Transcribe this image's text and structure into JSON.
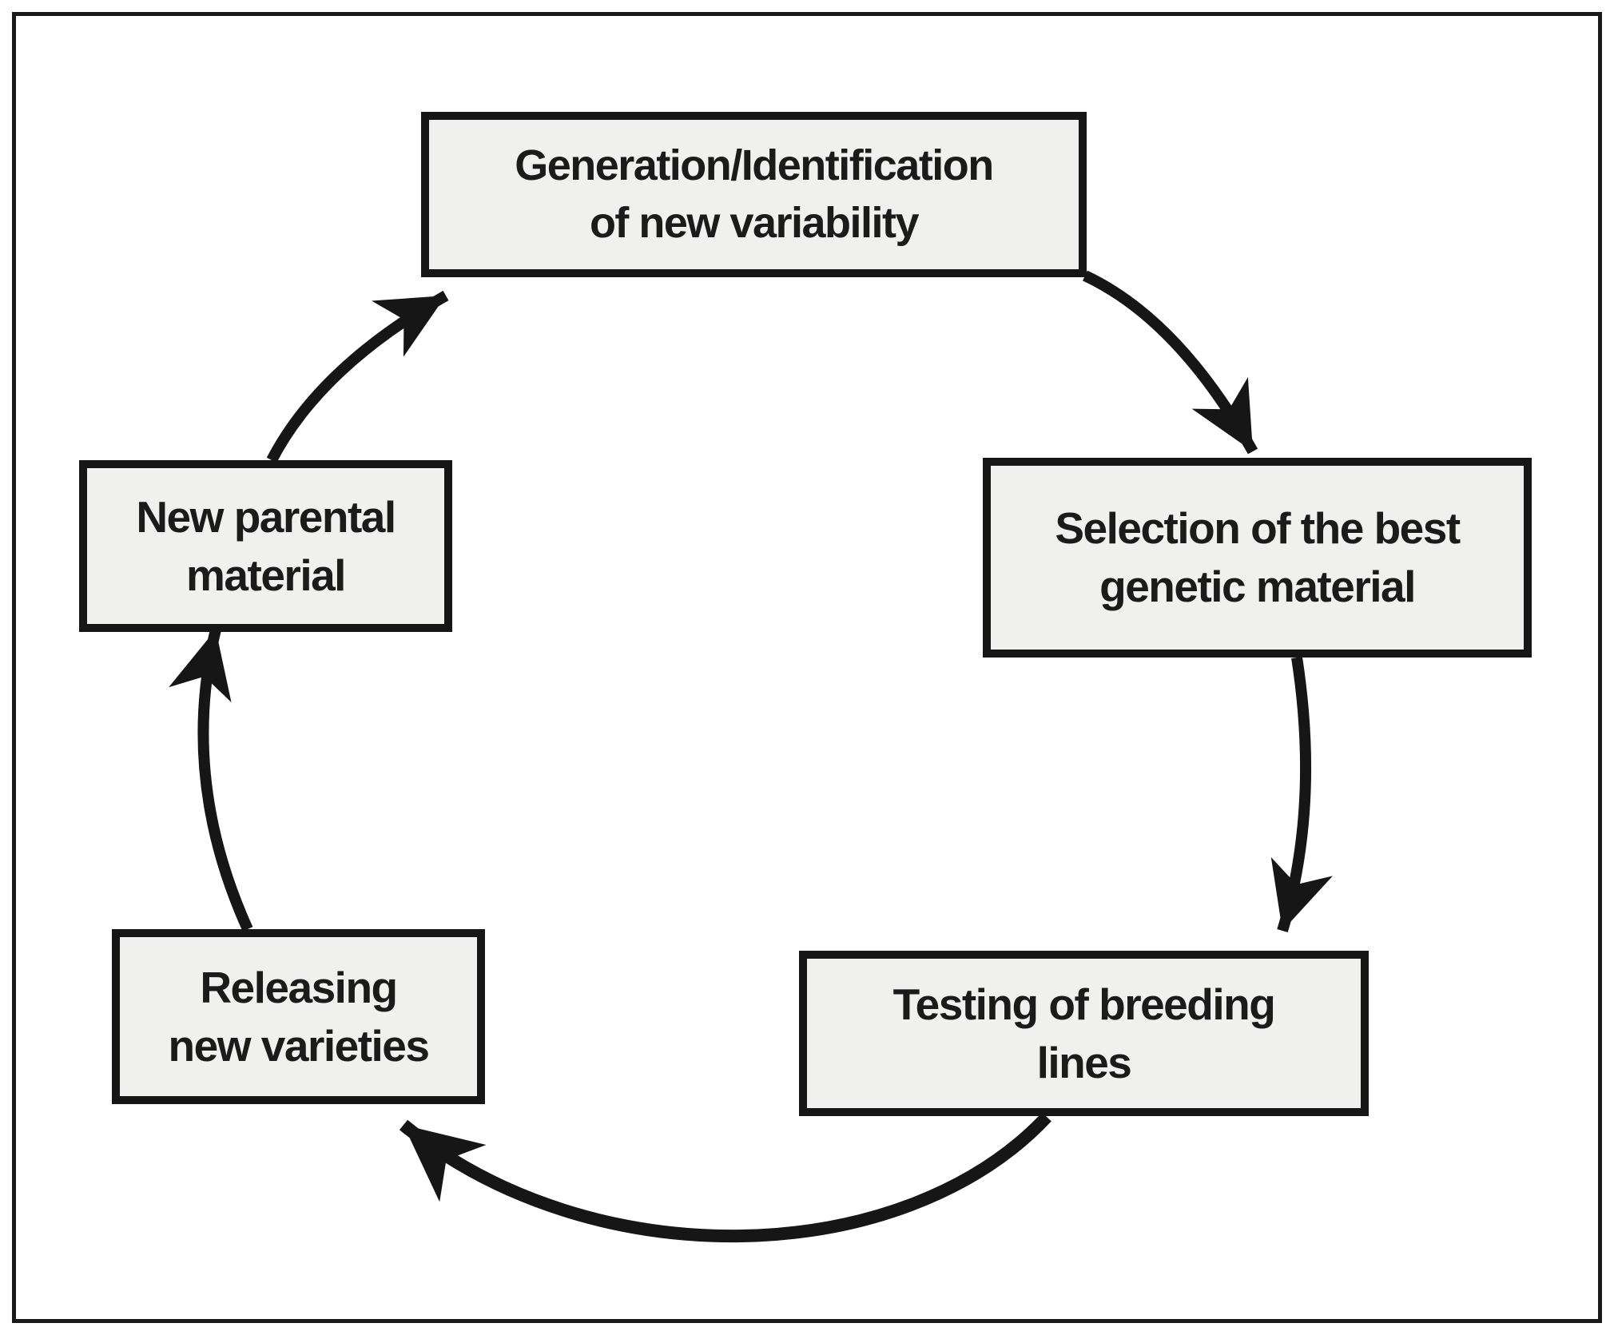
{
  "diagram": {
    "type": "cycle",
    "description": "Plant breeding cycle diagram with five stages connected by clockwise arrows",
    "nodes": [
      {
        "id": "generation",
        "label": "Generation/Identification\nof new variability"
      },
      {
        "id": "selection",
        "label": "Selection of the best\ngenetic material"
      },
      {
        "id": "testing",
        "label": "Testing of breeding\nlines"
      },
      {
        "id": "releasing",
        "label": "Releasing\nnew varieties"
      },
      {
        "id": "parental",
        "label": "New parental\nmaterial"
      }
    ],
    "edges": [
      {
        "from": "generation",
        "to": "selection"
      },
      {
        "from": "selection",
        "to": "testing"
      },
      {
        "from": "testing",
        "to": "releasing"
      },
      {
        "from": "releasing",
        "to": "parental"
      },
      {
        "from": "parental",
        "to": "generation"
      }
    ],
    "colors": {
      "background": "#ffffff",
      "frame_border": "#1a1a1a",
      "box_fill": "#f0f0ee",
      "box_border": "#161616",
      "arrow": "#161616",
      "text": "#1b1b1b"
    }
  }
}
